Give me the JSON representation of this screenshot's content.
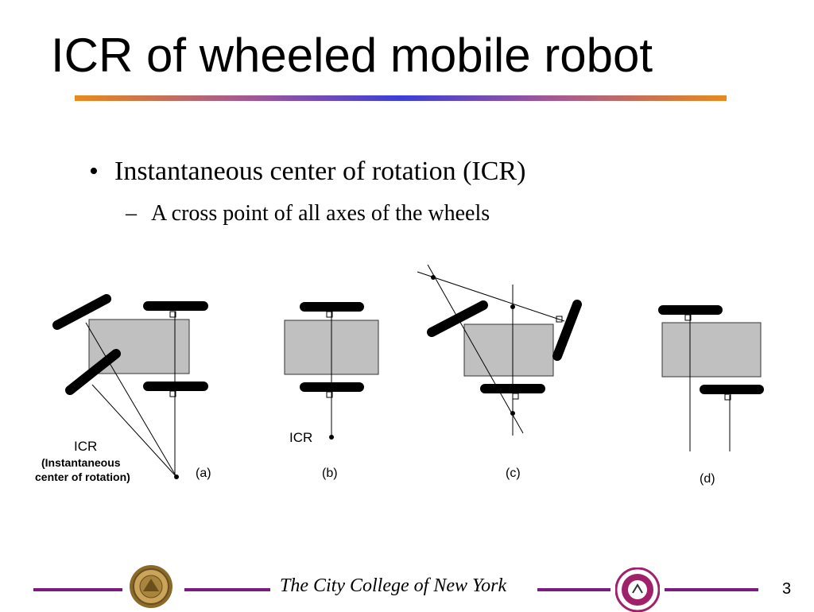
{
  "slide": {
    "title": "ICR of wheeled mobile robot",
    "bullet_1": "Instantaneous center of rotation (ICR)",
    "bullet_1_marker": "•",
    "bullet_2": "A cross point of all axes of the wheels",
    "bullet_2_marker": "–"
  },
  "figure": {
    "icr_label_a": "ICR",
    "icr_desc_line1": "(Instantaneous",
    "icr_desc_line2": "center of rotation)",
    "label_a": "(a)",
    "icr_label_b": "ICR",
    "label_b": "(b)",
    "label_c": "(c)",
    "label_d": "(d)"
  },
  "footer": {
    "institution": "The City College of New York",
    "page_number": "3",
    "seal_left_icon": "ccny-seal-icon",
    "seal_right_icon": "ccny-robotics-lab-logo-icon",
    "rule_color": "#7b1a80",
    "title_rule_colors": [
      "#e88a1c",
      "#3a3fd8"
    ]
  }
}
